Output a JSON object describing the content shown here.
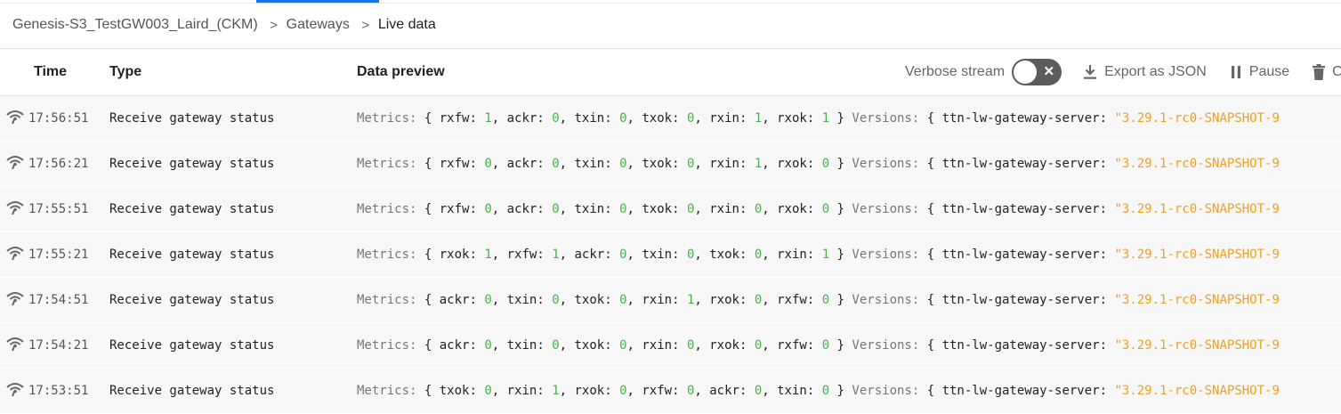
{
  "breadcrumb": {
    "items": [
      "Genesis-S3_TestGW003_Laird_(CKM)",
      "Gateways",
      "Live data"
    ],
    "separator": ">"
  },
  "table": {
    "columns": {
      "time": "Time",
      "type": "Type",
      "preview": "Data preview"
    }
  },
  "controls": {
    "verbose_label": "Verbose stream",
    "verbose_toggle_icon": "x-icon",
    "export_label": "Export as JSON",
    "pause_label": "Pause",
    "clear_label_visible": "C"
  },
  "colors": {
    "accent": "#1a73e8",
    "number": "#4caf50",
    "string": "#f0a020",
    "label": "#777777",
    "row_bg": "#f7f7f7"
  },
  "rows": [
    {
      "time": "17:56:51",
      "type": "Receive gateway status",
      "metrics_label": "Metrics:",
      "metrics": [
        [
          "rxfw",
          "1"
        ],
        [
          "ackr",
          "0"
        ],
        [
          "txin",
          "0"
        ],
        [
          "txok",
          "0"
        ],
        [
          "rxin",
          "1"
        ],
        [
          "rxok",
          "1"
        ]
      ],
      "versions_label": "Versions:",
      "versions_key": "ttn-lw-gateway-server:",
      "versions_value": "\"3.29.1-rc0-SNAPSHOT-9"
    },
    {
      "time": "17:56:21",
      "type": "Receive gateway status",
      "metrics_label": "Metrics:",
      "metrics": [
        [
          "rxfw",
          "0"
        ],
        [
          "ackr",
          "0"
        ],
        [
          "txin",
          "0"
        ],
        [
          "txok",
          "0"
        ],
        [
          "rxin",
          "1"
        ],
        [
          "rxok",
          "0"
        ]
      ],
      "versions_label": "Versions:",
      "versions_key": "ttn-lw-gateway-server:",
      "versions_value": "\"3.29.1-rc0-SNAPSHOT-9"
    },
    {
      "time": "17:55:51",
      "type": "Receive gateway status",
      "metrics_label": "Metrics:",
      "metrics": [
        [
          "rxfw",
          "0"
        ],
        [
          "ackr",
          "0"
        ],
        [
          "txin",
          "0"
        ],
        [
          "txok",
          "0"
        ],
        [
          "rxin",
          "0"
        ],
        [
          "rxok",
          "0"
        ]
      ],
      "versions_label": "Versions:",
      "versions_key": "ttn-lw-gateway-server:",
      "versions_value": "\"3.29.1-rc0-SNAPSHOT-9"
    },
    {
      "time": "17:55:21",
      "type": "Receive gateway status",
      "metrics_label": "Metrics:",
      "metrics": [
        [
          "rxok",
          "1"
        ],
        [
          "rxfw",
          "1"
        ],
        [
          "ackr",
          "0"
        ],
        [
          "txin",
          "0"
        ],
        [
          "txok",
          "0"
        ],
        [
          "rxin",
          "1"
        ]
      ],
      "versions_label": "Versions:",
      "versions_key": "ttn-lw-gateway-server:",
      "versions_value": "\"3.29.1-rc0-SNAPSHOT-9"
    },
    {
      "time": "17:54:51",
      "type": "Receive gateway status",
      "metrics_label": "Metrics:",
      "metrics": [
        [
          "ackr",
          "0"
        ],
        [
          "txin",
          "0"
        ],
        [
          "txok",
          "0"
        ],
        [
          "rxin",
          "1"
        ],
        [
          "rxok",
          "0"
        ],
        [
          "rxfw",
          "0"
        ]
      ],
      "versions_label": "Versions:",
      "versions_key": "ttn-lw-gateway-server:",
      "versions_value": "\"3.29.1-rc0-SNAPSHOT-9"
    },
    {
      "time": "17:54:21",
      "type": "Receive gateway status",
      "metrics_label": "Metrics:",
      "metrics": [
        [
          "ackr",
          "0"
        ],
        [
          "txin",
          "0"
        ],
        [
          "txok",
          "0"
        ],
        [
          "rxin",
          "0"
        ],
        [
          "rxok",
          "0"
        ],
        [
          "rxfw",
          "0"
        ]
      ],
      "versions_label": "Versions:",
      "versions_key": "ttn-lw-gateway-server:",
      "versions_value": "\"3.29.1-rc0-SNAPSHOT-9"
    },
    {
      "time": "17:53:51",
      "type": "Receive gateway status",
      "metrics_label": "Metrics:",
      "metrics": [
        [
          "txok",
          "0"
        ],
        [
          "rxin",
          "1"
        ],
        [
          "rxok",
          "0"
        ],
        [
          "rxfw",
          "0"
        ],
        [
          "ackr",
          "0"
        ],
        [
          "txin",
          "0"
        ]
      ],
      "versions_label": "Versions:",
      "versions_key": "ttn-lw-gateway-server:",
      "versions_value": "\"3.29.1-rc0-SNAPSHOT-9"
    }
  ]
}
